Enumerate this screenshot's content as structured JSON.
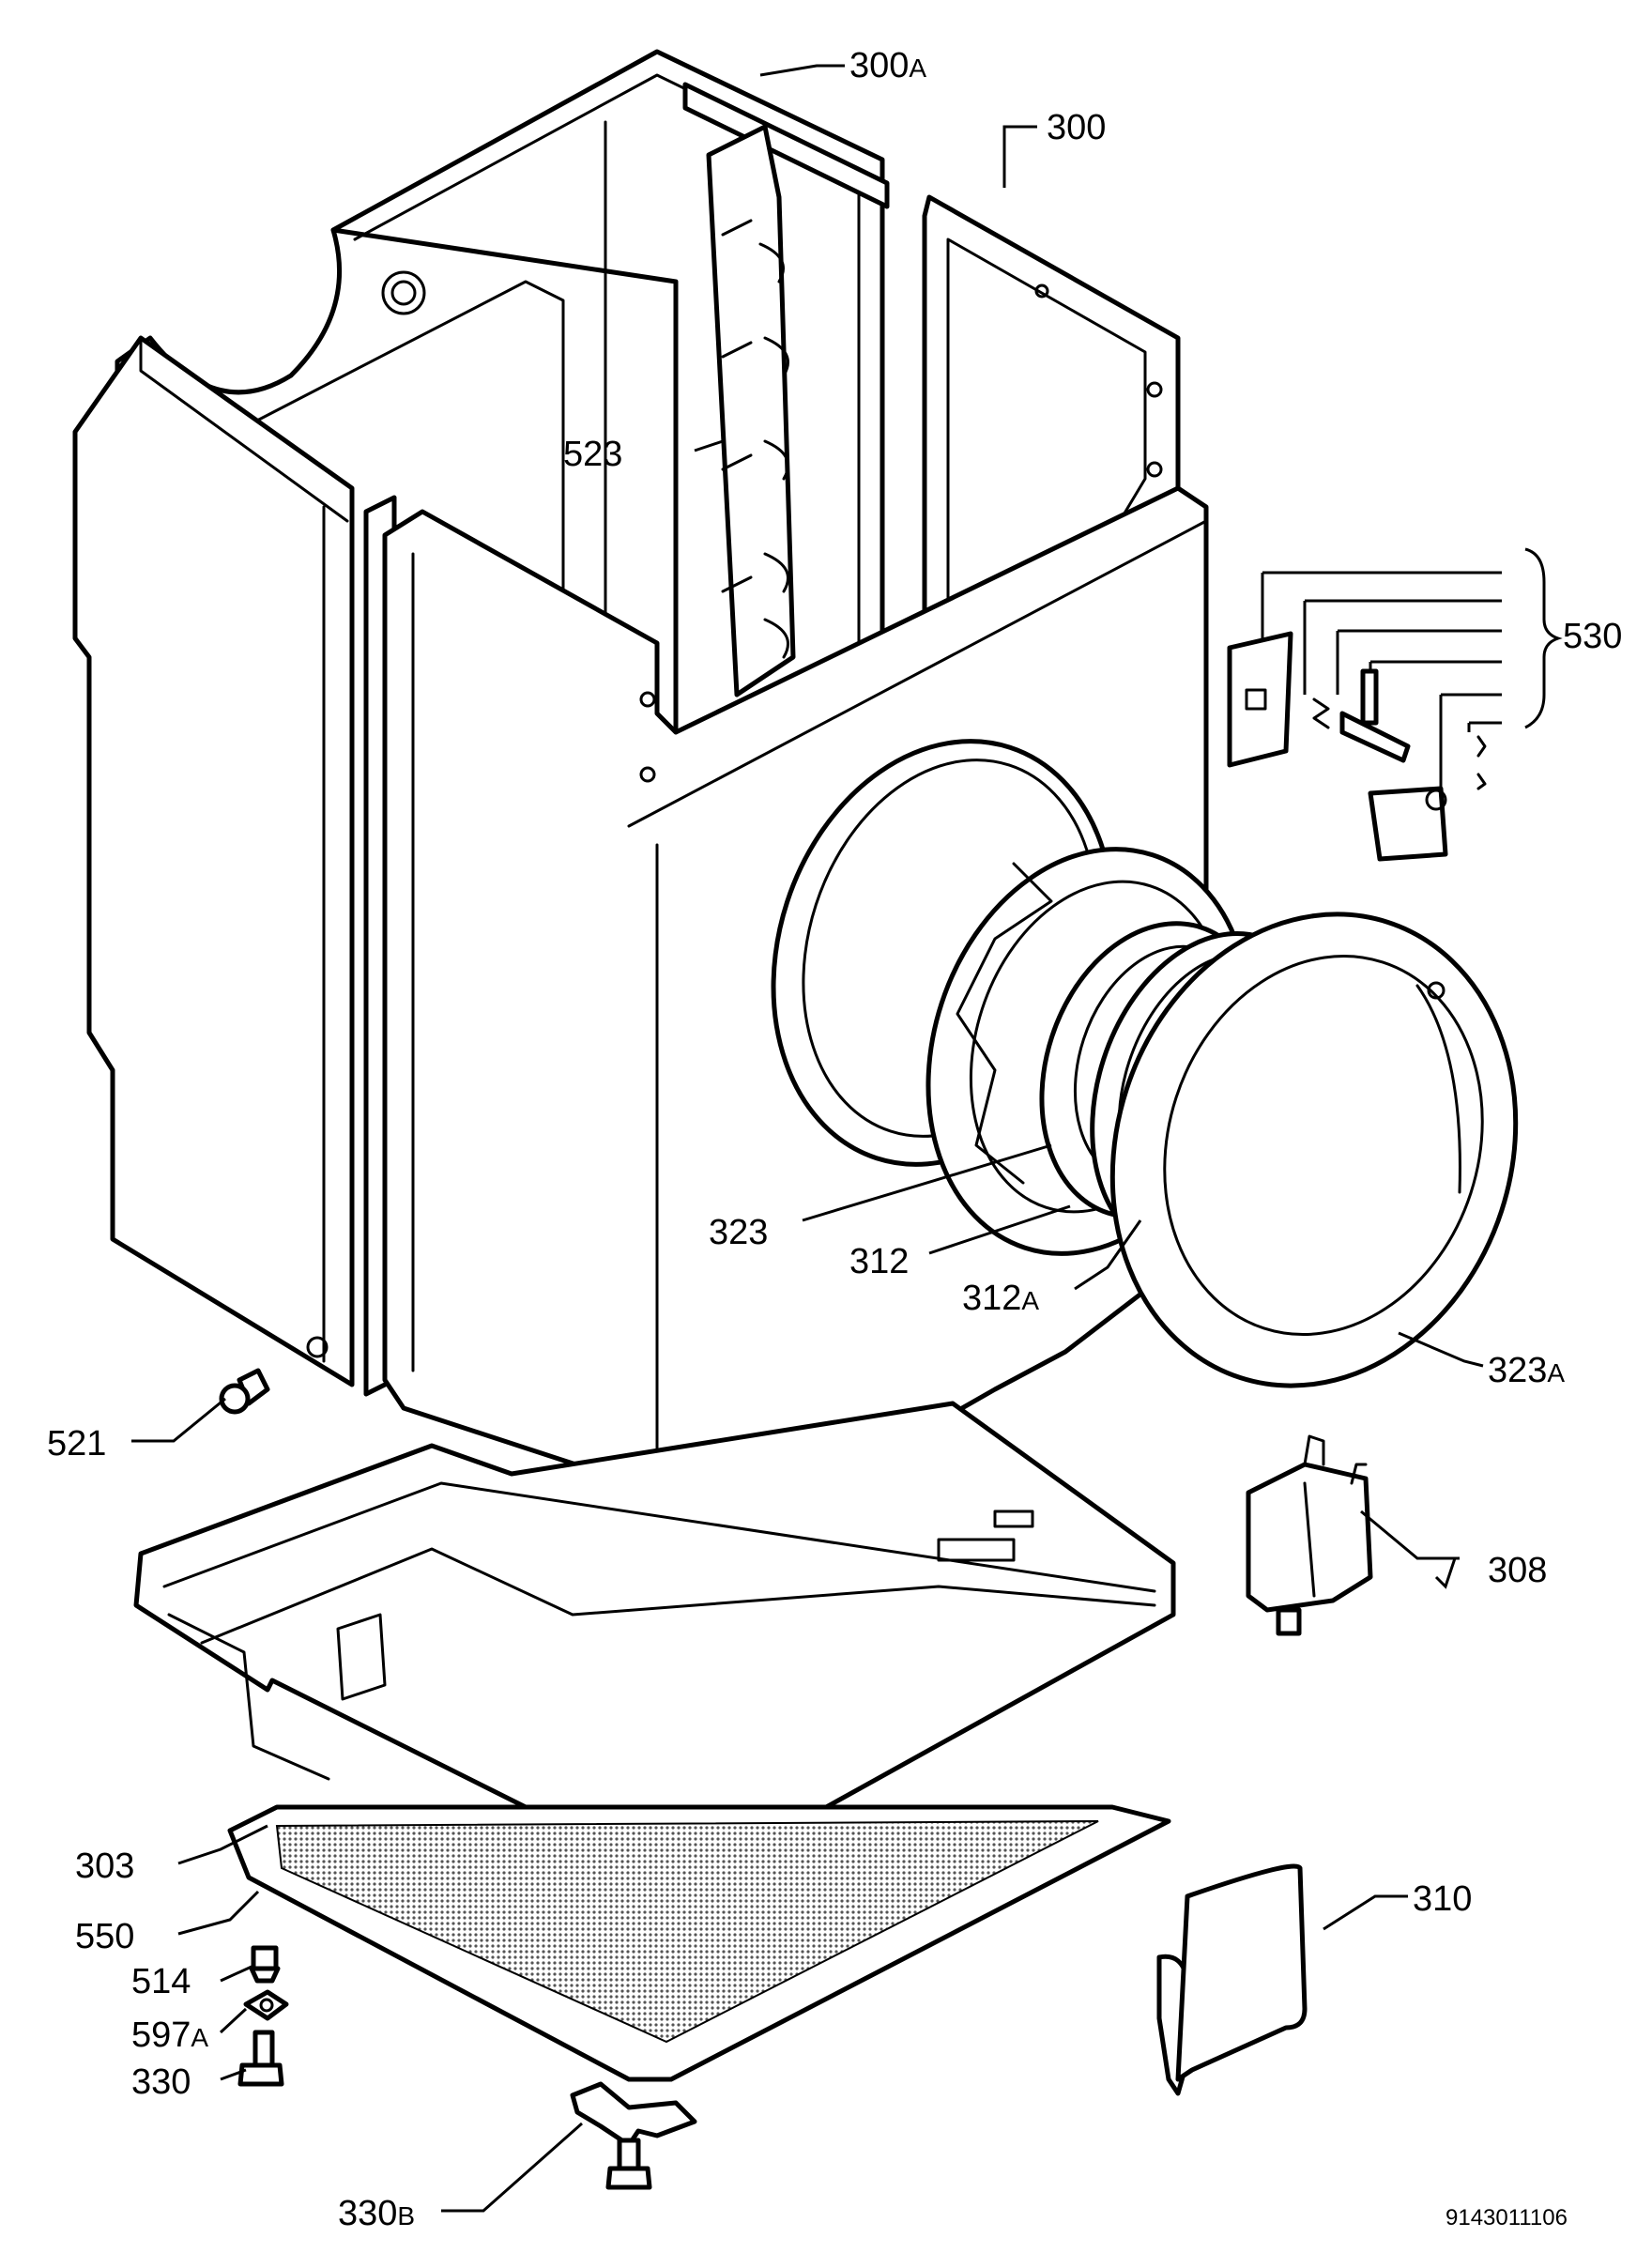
{
  "diagram": {
    "document_code": "9143011106",
    "callouts": [
      {
        "id": "300A",
        "number": "300",
        "suffix": "A"
      },
      {
        "id": "300",
        "number": "300",
        "suffix": ""
      },
      {
        "id": "523",
        "number": "523",
        "suffix": ""
      },
      {
        "id": "530",
        "number": "530",
        "suffix": ""
      },
      {
        "id": "323",
        "number": "323",
        "suffix": ""
      },
      {
        "id": "312",
        "number": "312",
        "suffix": ""
      },
      {
        "id": "312A",
        "number": "312",
        "suffix": "A"
      },
      {
        "id": "323A",
        "number": "323",
        "suffix": "A"
      },
      {
        "id": "521",
        "number": "521",
        "suffix": ""
      },
      {
        "id": "308",
        "number": "308",
        "suffix": ""
      },
      {
        "id": "303",
        "number": "303",
        "suffix": ""
      },
      {
        "id": "550",
        "number": "550",
        "suffix": ""
      },
      {
        "id": "514",
        "number": "514",
        "suffix": ""
      },
      {
        "id": "597A",
        "number": "597",
        "suffix": "A"
      },
      {
        "id": "330",
        "number": "330",
        "suffix": ""
      },
      {
        "id": "310",
        "number": "310",
        "suffix": ""
      },
      {
        "id": "330B",
        "number": "330",
        "suffix": "B"
      }
    ]
  }
}
